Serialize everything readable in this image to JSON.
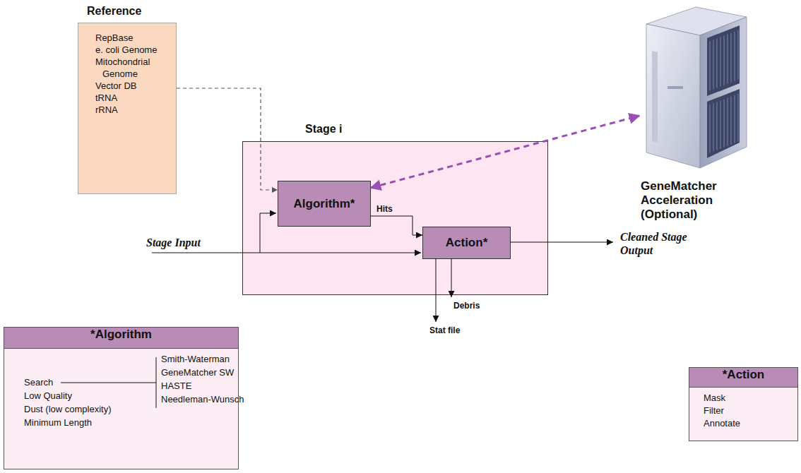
{
  "diagram": {
    "nodes": [
      {
        "text": [
          "Reference",
          "RepBase",
          "e. coli Genome",
          "Mitochondrial Genome",
          "Vector DB",
          "tRNA",
          "rRNA"
        ]
      },
      {
        "text": [
          "Stage i"
        ]
      },
      {
        "text": [
          "Algorithm*"
        ],
        "in": 1
      },
      {
        "text": [
          "Action*"
        ],
        "in": 1
      },
      {
        "text": [
          "GeneMatcher Acceleration (Optional)"
        ]
      },
      {
        "text": [
          "*Algorithm",
          "Search",
          "Low Quality",
          "Dust (low complexity)",
          "Minimum Length",
          "Smith-Waterman",
          "GeneMatcher SW",
          "HASTE",
          "Needleman-Wunsch"
        ]
      },
      {
        "text": [
          "*Action",
          "Mask",
          "Filter",
          "Annotate"
        ]
      }
    ],
    "edges": [
      {
        "from": 0,
        "to": 2,
        "arrow": "to"
      },
      {
        "from": 2,
        "to": 3,
        "arrow": "to",
        "label": "Hits"
      },
      {
        "from": 2,
        "to": 4,
        "arrow": "both"
      }
    ],
    "labels": [
      "Stage Input",
      "Cleaned Stage Output",
      "Debris",
      "Stat file"
    ]
  }
}
